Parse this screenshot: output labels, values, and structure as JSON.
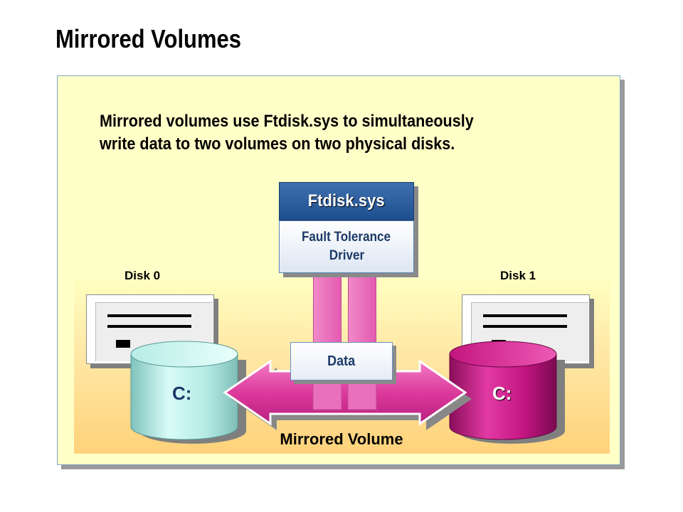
{
  "title": "Mirrored Volumes",
  "statement": {
    "line1": "Mirrored volumes use Ftdisk.sys to simultaneously",
    "line2": "write data to two volumes on two physical disks."
  },
  "driver": {
    "name": "Ftdisk.sys",
    "desc_line1": "Fault Tolerance",
    "desc_line2": "Driver"
  },
  "disks": [
    {
      "label": "Disk 0",
      "volume": "C:",
      "color": "#aee8e0"
    },
    {
      "label": "Disk 1",
      "volume": "C:",
      "color": "#d4218f"
    }
  ],
  "data_label": "Data",
  "footer_label": "Mirrored Volume",
  "colors": {
    "panel": "#ffffc8",
    "driver_header": "#2b5c9c",
    "pipe": "#ea6fbd",
    "arrow": "#d63a98"
  }
}
